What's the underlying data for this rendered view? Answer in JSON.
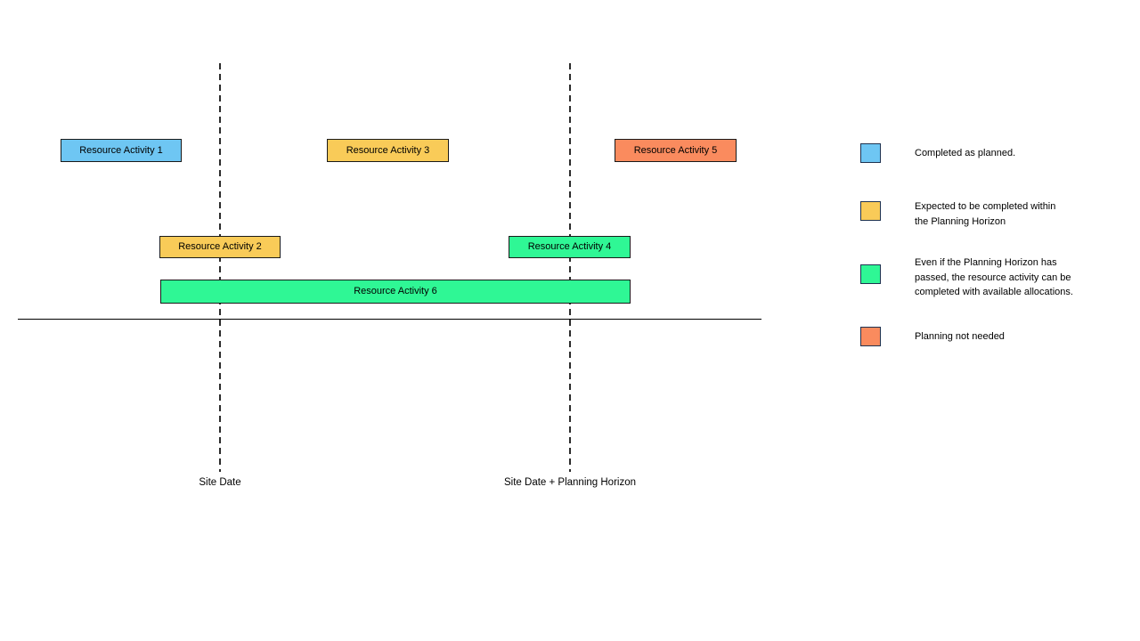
{
  "colors": {
    "completed_blue": "#6EC6F3",
    "expected_yellow": "#F9CB58",
    "available_green": "#2FF795",
    "not_needed_orange": "#FA8B5E"
  },
  "activities": {
    "a1": {
      "label": "Resource Activity 1",
      "color": "#6EC6F3"
    },
    "a2": {
      "label": "Resource Activity 2",
      "color": "#F9CB58"
    },
    "a3": {
      "label": "Resource Activity 3",
      "color": "#F9CB58"
    },
    "a4": {
      "label": "Resource Activity 4",
      "color": "#2FF795"
    },
    "a5": {
      "label": "Resource Activity 5",
      "color": "#FA8B5E"
    },
    "a6": {
      "label": "Resource Activity 6",
      "color": "#2FF795"
    }
  },
  "axis": {
    "site_date": "Site Date",
    "planning_horizon": "Site Date + Planning Horizon"
  },
  "legend": {
    "items": [
      {
        "color": "#6EC6F3",
        "text": "Completed as planned."
      },
      {
        "color": "#F9CB58",
        "text": "Expected to be completed within\nthe Planning Horizon"
      },
      {
        "color": "#2FF795",
        "text": "Even if the Planning Horizon has\npassed, the resource activity can be\ncompleted with available allocations."
      },
      {
        "color": "#FA8B5E",
        "text": "Planning not needed"
      }
    ]
  }
}
